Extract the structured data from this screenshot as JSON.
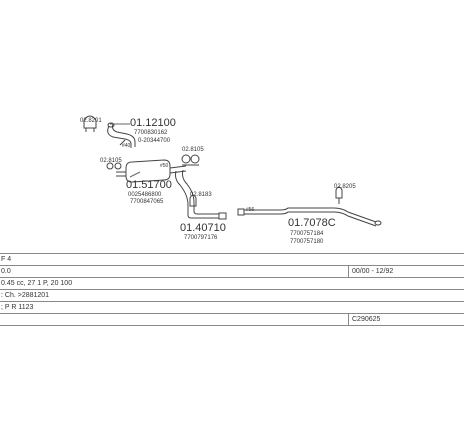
{
  "diagram": {
    "parts": [
      {
        "id": "clamp_a",
        "code": "02.8201"
      },
      {
        "id": "pipe_01_12100",
        "code": "01.12100",
        "oem": "7700830162",
        "oem2": "0-20344700",
        "note": "#40"
      },
      {
        "id": "flange_a",
        "code": "02.8105"
      },
      {
        "id": "box_01_51700",
        "code": "01.51700",
        "oem": "0025486800",
        "oem2": "7700847065",
        "note": "#50"
      },
      {
        "id": "clamp_b",
        "code": "02.8183"
      },
      {
        "id": "ring_b",
        "code": "02.8105"
      },
      {
        "id": "pipe_01_40710",
        "code": "01.40710",
        "oem": "7700797176"
      },
      {
        "id": "pipe_01_7078c",
        "code": "01.7078C",
        "oem": "7700757184",
        "oem2": "7700757180",
        "note": "#56"
      },
      {
        "id": "clamp_c",
        "code": "02.8205"
      }
    ]
  },
  "table": {
    "rows": [
      {
        "left": "F 4",
        "right": ""
      },
      {
        "left": "0.0",
        "right": "00/00 - 12/92"
      },
      {
        "left": "0.45 cc, 27 1 P, 20 100",
        "right": ""
      },
      {
        "left": ": Ch. >2881201",
        "right": ""
      },
      {
        "left": "; P R 1123",
        "right": ""
      },
      {
        "left": "",
        "right": "C290625"
      }
    ]
  }
}
